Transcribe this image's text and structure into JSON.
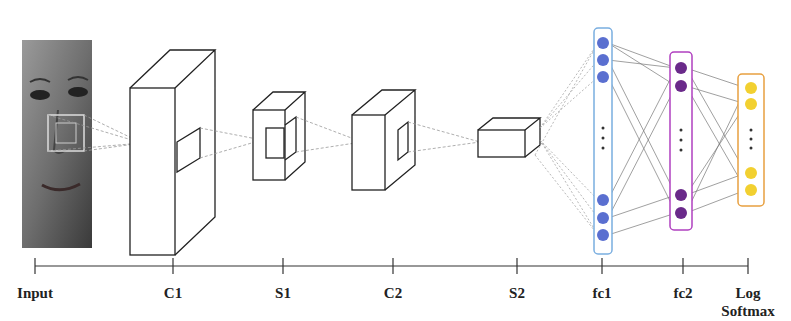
{
  "diagram": {
    "labels": [
      "Input",
      "C1",
      "S1",
      "C2",
      "S2",
      "fc1",
      "fc2",
      "Log Softmax"
    ]
  }
}
